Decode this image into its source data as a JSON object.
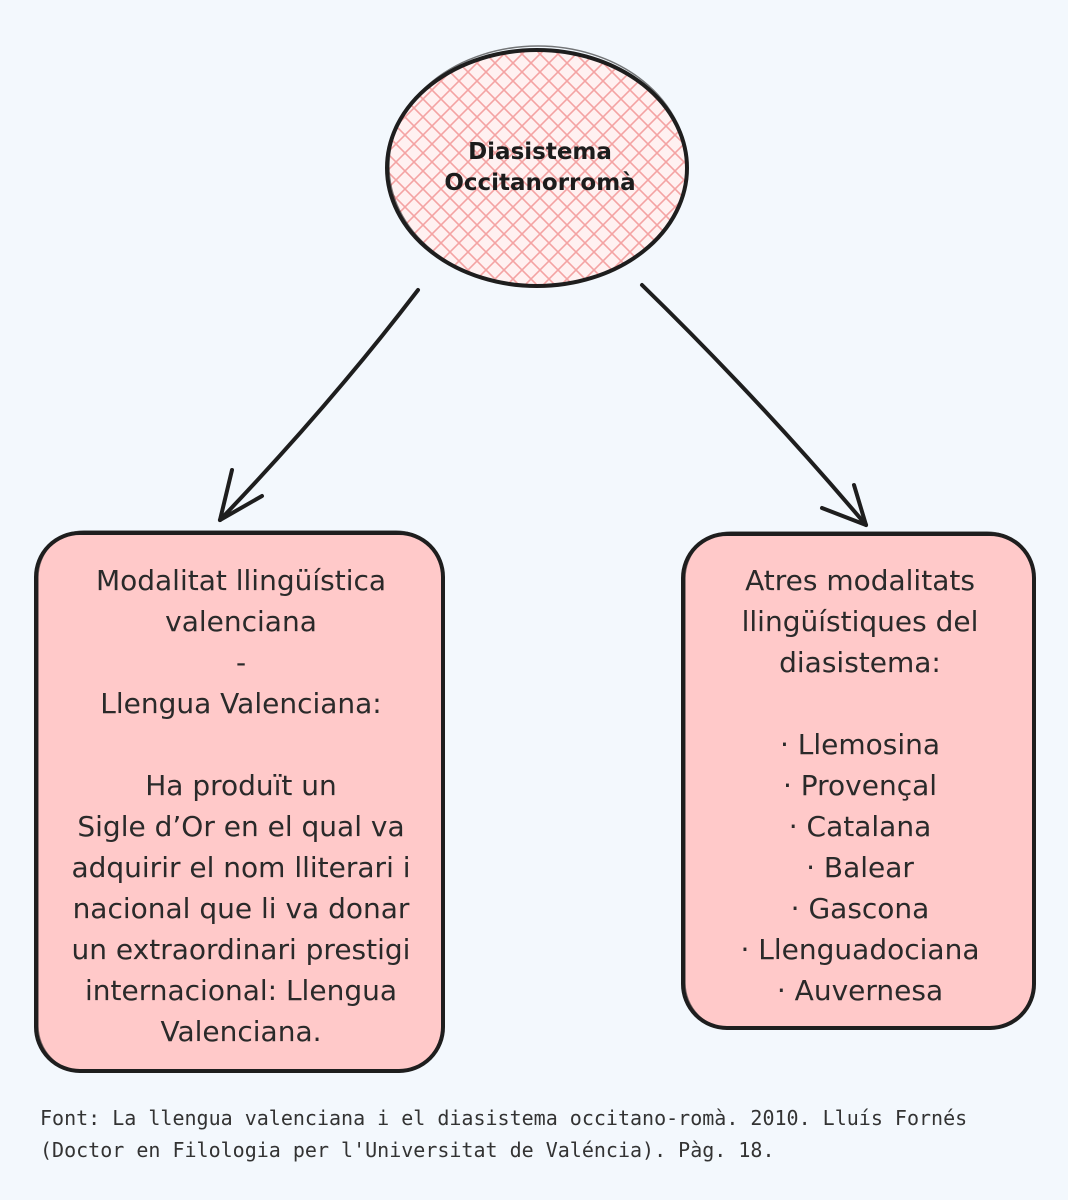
{
  "diagram": {
    "root": {
      "label": "Diasistema\nOccitanorromà"
    },
    "left": {
      "label": "Modalitat llingüística\nvalenciana\n-\nLlengua Valenciana:\n\nHa produït un\nSigle d’Or en el qual va\nadquirir el nom lliterari i\nnacional que li va donar\nun extraordinari prestigi\ninternacional: Llengua\nValenciana."
    },
    "right": {
      "label": "Atres modalitats\nllingüístiques del\ndiasistema:\n\n· Llemosina\n· Provençal\n· Catalana\n· Balear\n· Gascona\n· Llenguadociana\n· Auvernesa"
    }
  },
  "source": "Font: La llengua valenciana i el diasistema occitano-romà. 2010. Lluís Fornés (Doctor en Filologia per l'Universitat de Valéncia). Pàg. 18.",
  "colors": {
    "background": "#f3f8fd",
    "box_fill": "#ffc9c9",
    "hatch": "#f4a3a3",
    "stroke": "#1e1e1e"
  }
}
